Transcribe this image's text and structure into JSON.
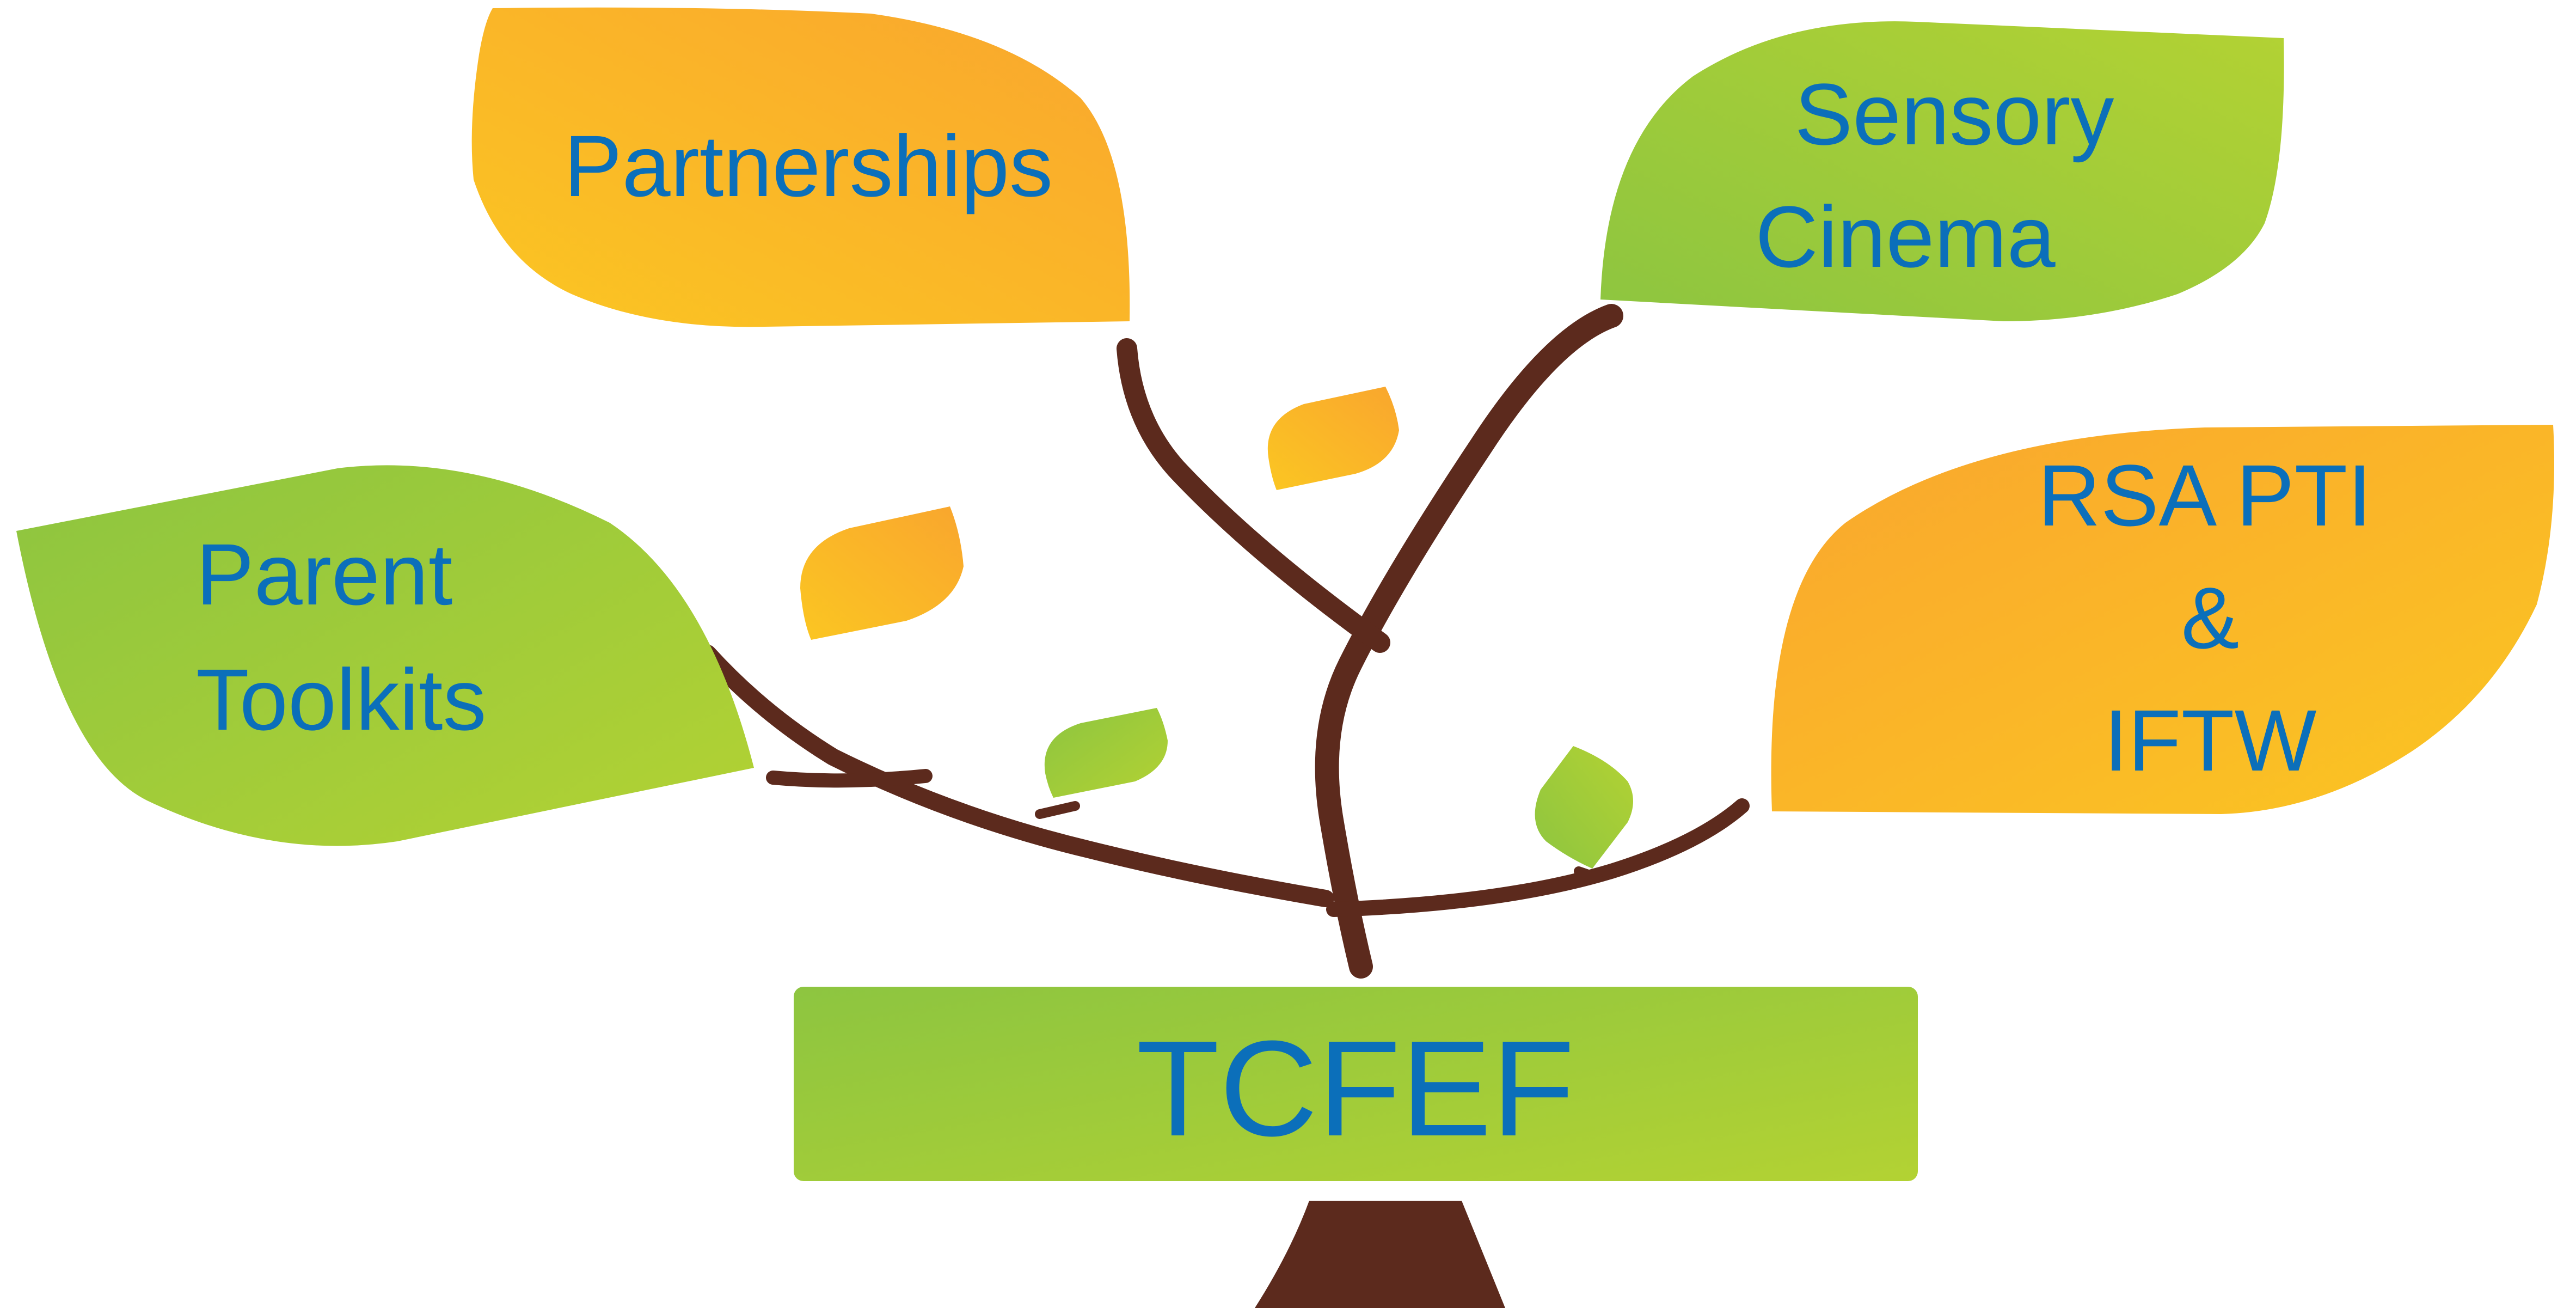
{
  "colors": {
    "orange_leaf_start": "#fbc622",
    "orange_leaf_end": "#f9a62e",
    "green_leaf_start": "#8dc540",
    "green_leaf_end": "#b3d233",
    "trunk": "#5c2a1d",
    "text": "#0b6fba"
  },
  "leaves": {
    "partnerships": {
      "line1": "Partnerships"
    },
    "sensory_cinema": {
      "line1": "Sensory",
      "line2": "Cinema"
    },
    "parent_toolkits": {
      "line1": "Parent",
      "line2": "Toolkits"
    },
    "rsa_pti_iftw": {
      "line1": "RSA PTI",
      "line2": "&",
      "line3": "IFTW"
    }
  },
  "base": {
    "label": "TCFEF"
  }
}
